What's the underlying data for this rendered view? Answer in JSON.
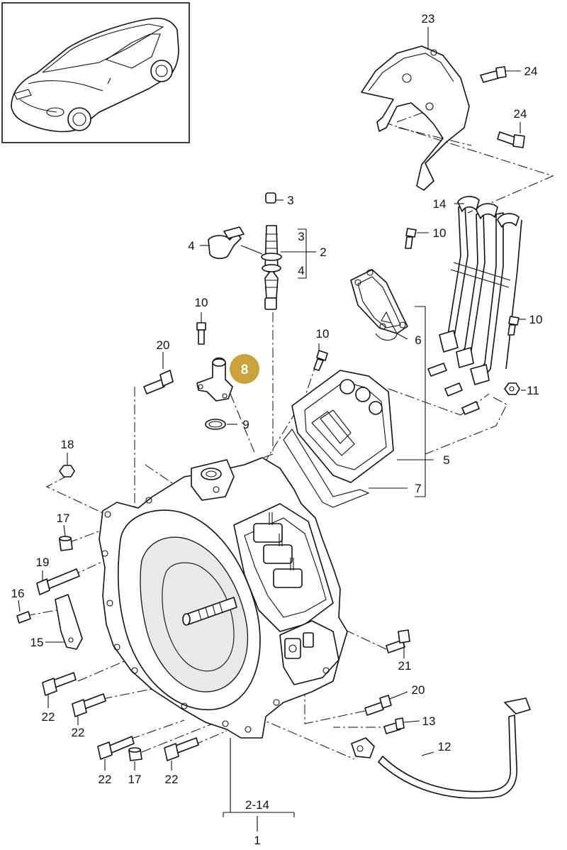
{
  "badge": {
    "text": "8",
    "color": "#c9a23a"
  },
  "labels": {
    "l23": "23",
    "l24a": "24",
    "l24b": "24",
    "l14": "14",
    "l3": "3",
    "l4": "4",
    "l3b": "3",
    "l4b": "4",
    "l2": "2",
    "l10a": "10",
    "l10b": "10",
    "l10c": "10",
    "l10d": "10",
    "l6": "6",
    "l11": "11",
    "l20a": "20",
    "l9": "9",
    "l18": "18",
    "l5": "5",
    "l7": "7",
    "l17a": "17",
    "l19": "19",
    "l16": "16",
    "l15": "15",
    "l21": "21",
    "l20b": "20",
    "l22a": "22",
    "l22b": "22",
    "l13": "13",
    "l12": "12",
    "l22c": "22",
    "l17b": "17",
    "l22d": "22",
    "l2_14": "2-14",
    "l1": "1"
  },
  "icons": [
    "car-thumbnail-icon",
    "transmission-housing-icon"
  ]
}
